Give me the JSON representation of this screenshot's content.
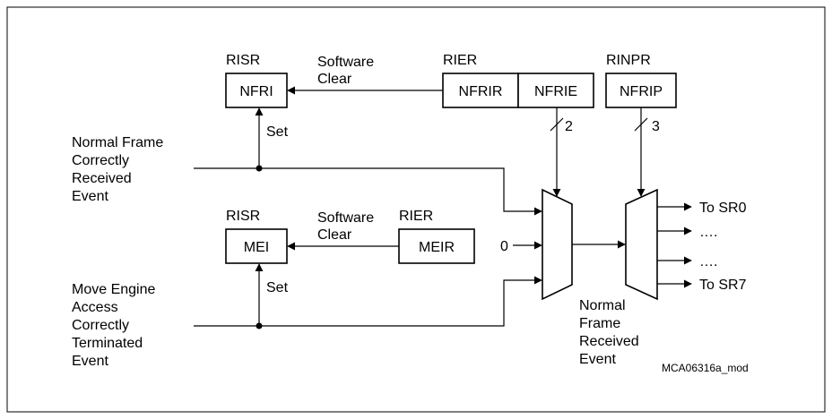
{
  "nfri_path": {
    "risr_label": "RISR",
    "nfri": "NFRI",
    "sw_clear_l1": "Software",
    "sw_clear_l2": "Clear",
    "rier_label": "RIER",
    "nfrir": "NFRIR",
    "nfrie": "NFRIE",
    "rinpr_label": "RINPR",
    "nfrip": "NFRIP",
    "bus_width_ie": "2",
    "bus_width_ip": "3",
    "set_label": "Set"
  },
  "mei_path": {
    "risr_label": "RISR",
    "mei": "MEI",
    "sw_clear_l1": "Software",
    "sw_clear_l2": "Clear",
    "rier_label": "RIER",
    "meir": "MEIR",
    "set_label": "Set"
  },
  "events": {
    "normal_frame": [
      "Normal Frame",
      "Correctly",
      "Received",
      "Event"
    ],
    "move_engine": [
      "Move Engine",
      "Access",
      "Correctly",
      "Terminated",
      "Event"
    ]
  },
  "mux": {
    "zero_input": "0",
    "output_label": [
      "Normal",
      "Frame",
      "Received",
      "Event"
    ]
  },
  "outputs": [
    "To SR0",
    "….",
    "….",
    "To SR7"
  ],
  "figure_id": "MCA06316a_mod"
}
